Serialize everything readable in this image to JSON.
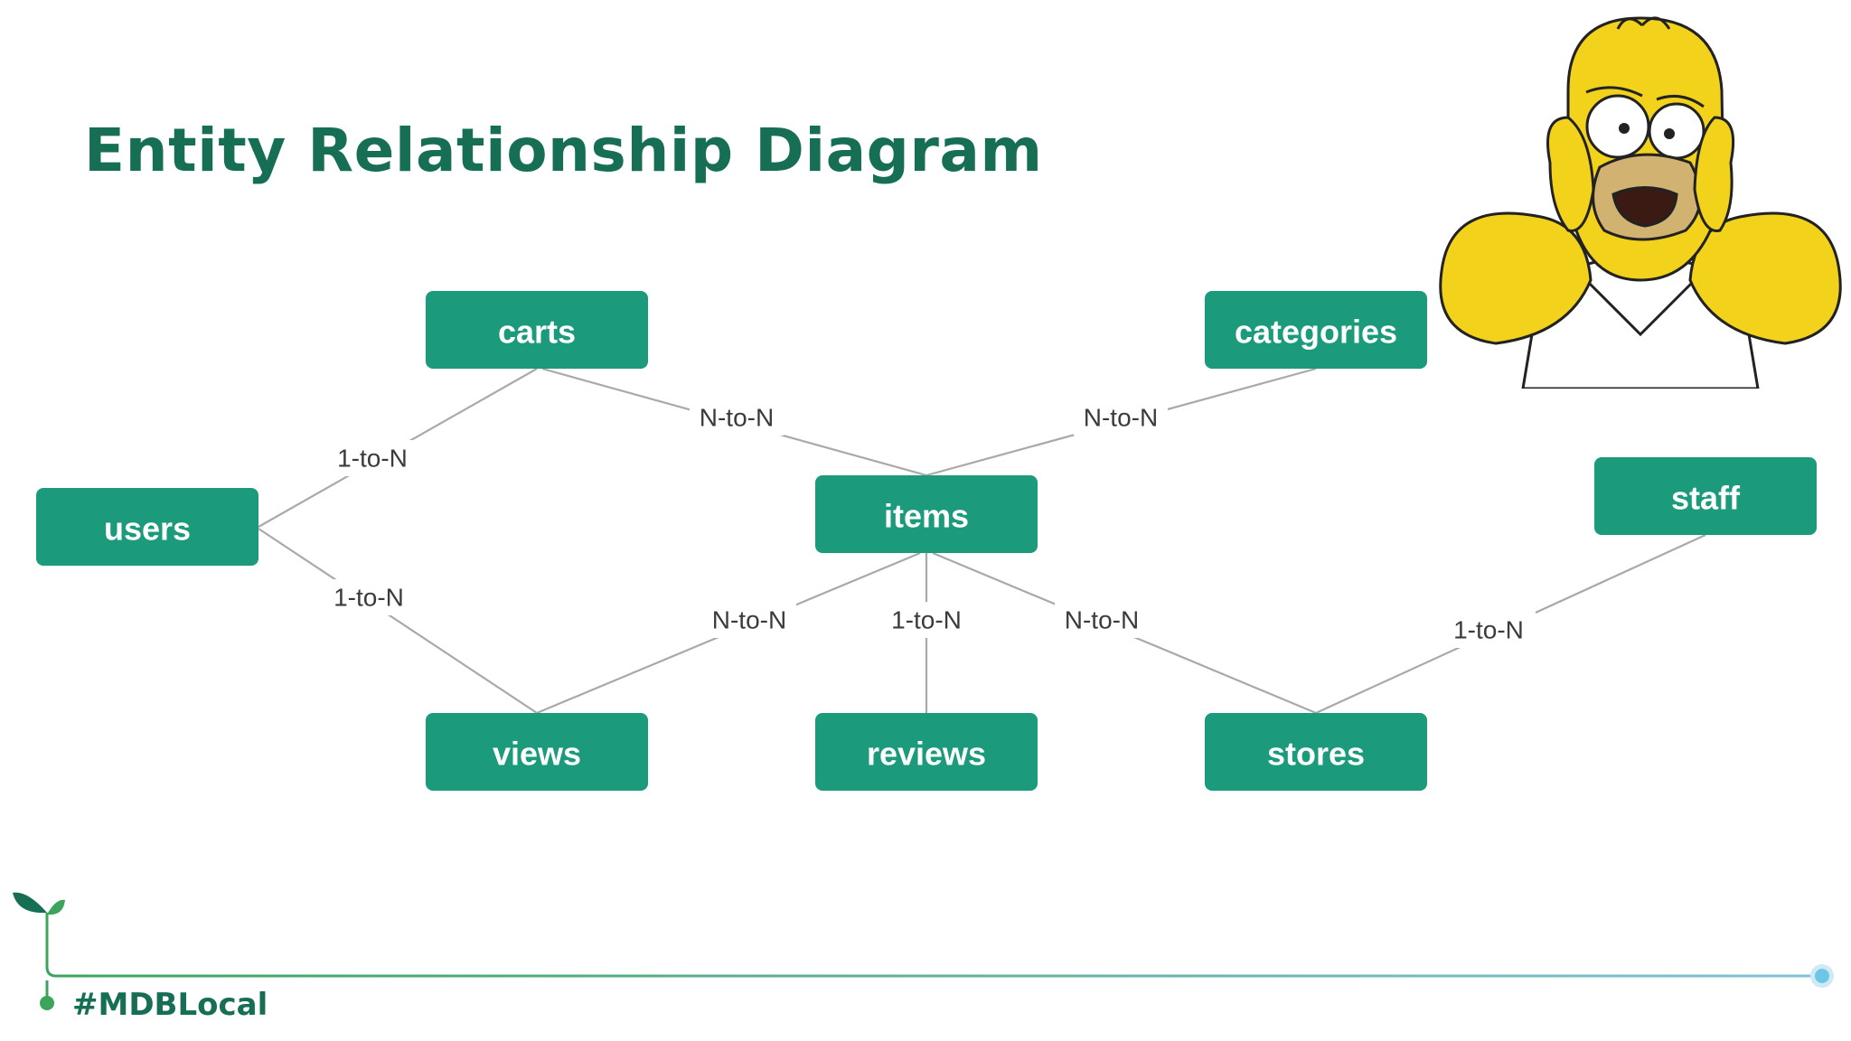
{
  "slide": {
    "title": "Entity Relationship Diagram",
    "hashtag": "#MDBLocal"
  },
  "colors": {
    "title": "#166e54",
    "node_fill": "#1c9a7c",
    "node_text": "#ffffff",
    "edge": "#a9a9a9",
    "footer_line_start": "#3ba55c",
    "footer_line_end": "#7fc3d6",
    "footer_dot": "#6ec6e6"
  },
  "diagram": {
    "entities": [
      {
        "id": "carts",
        "label": "carts"
      },
      {
        "id": "categories",
        "label": "categories"
      },
      {
        "id": "users",
        "label": "users"
      },
      {
        "id": "items",
        "label": "items"
      },
      {
        "id": "staff",
        "label": "staff"
      },
      {
        "id": "views",
        "label": "views"
      },
      {
        "id": "reviews",
        "label": "reviews"
      },
      {
        "id": "stores",
        "label": "stores"
      }
    ],
    "relationships": [
      {
        "from": "users",
        "to": "carts",
        "label": "1-to-N"
      },
      {
        "from": "users",
        "to": "views",
        "label": "1-to-N"
      },
      {
        "from": "carts",
        "to": "items",
        "label": "N-to-N"
      },
      {
        "from": "items",
        "to": "categories",
        "label": "N-to-N"
      },
      {
        "from": "items",
        "to": "views",
        "label": "N-to-N"
      },
      {
        "from": "items",
        "to": "reviews",
        "label": "1-to-N"
      },
      {
        "from": "items",
        "to": "stores",
        "label": "N-to-N"
      },
      {
        "from": "staff",
        "to": "stores",
        "label": "1-to-N"
      }
    ]
  },
  "decorations": {
    "mascot": "worried-cartoon-character-icon",
    "footer_sprout": "sprout-icon",
    "footer_end_dot": "dot-icon"
  }
}
